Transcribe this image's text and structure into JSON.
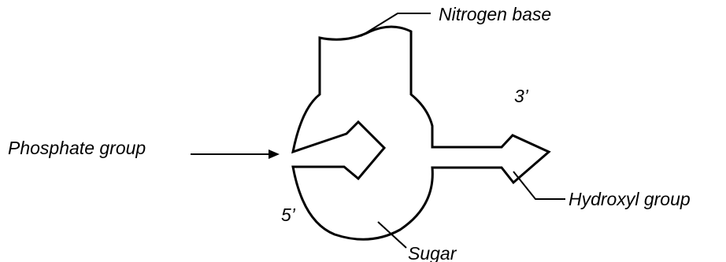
{
  "labels": {
    "nitrogen_base": "Nitrogen base",
    "three_prime": "3’",
    "phosphate_group": "Phosphate group",
    "hydroxyl_group": "Hydroxyl group",
    "five_prime": "5’",
    "sugar": "Sugar"
  },
  "colors": {
    "line": "#000000",
    "background": "#ffffff"
  }
}
